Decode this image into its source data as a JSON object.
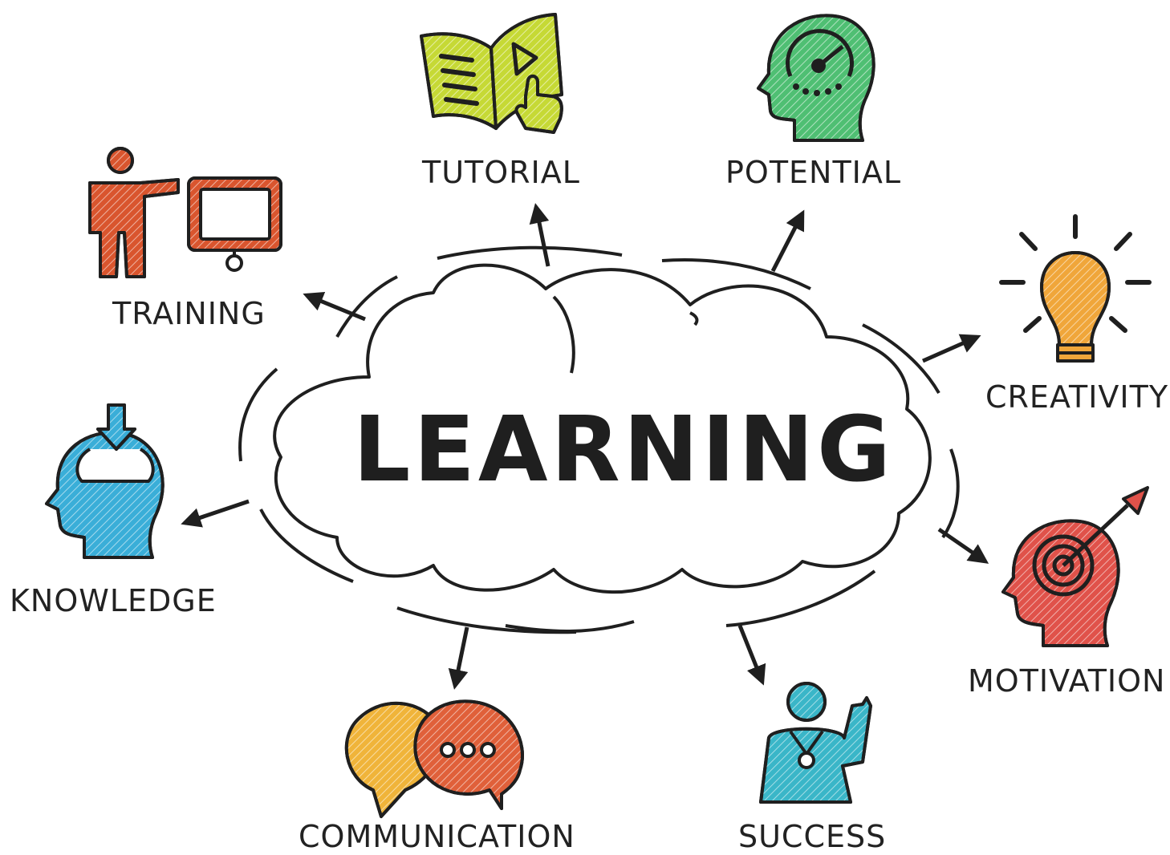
{
  "center": {
    "title": "LEARNING"
  },
  "nodes": [
    {
      "id": "tutorial",
      "label": "TUTORIAL",
      "icon": "book-tutorial-icon",
      "color": "#c6d935"
    },
    {
      "id": "potential",
      "label": "POTENTIAL",
      "icon": "head-gauge-icon",
      "color": "#4fbf73"
    },
    {
      "id": "creativity",
      "label": "CREATIVITY",
      "icon": "lightbulb-icon",
      "color": "#f0a63a"
    },
    {
      "id": "motivation",
      "label": "MOTIVATION",
      "icon": "head-target-icon",
      "color": "#e0524a"
    },
    {
      "id": "success",
      "label": "SUCCESS",
      "icon": "person-medal-icon",
      "color": "#3ab6c8"
    },
    {
      "id": "communication",
      "label": "COMMUNICATION",
      "icon": "speech-bubbles-icon",
      "color": "#e0603a"
    },
    {
      "id": "knowledge",
      "label": "KNOWLEDGE",
      "icon": "head-download-icon",
      "color": "#3aaed8"
    },
    {
      "id": "training",
      "label": "TRAINING",
      "icon": "presenter-board-icon",
      "color": "#d9552e"
    }
  ],
  "colors": {
    "ink": "#1f1f1f",
    "bubble_yellow": "#f0b43a"
  }
}
